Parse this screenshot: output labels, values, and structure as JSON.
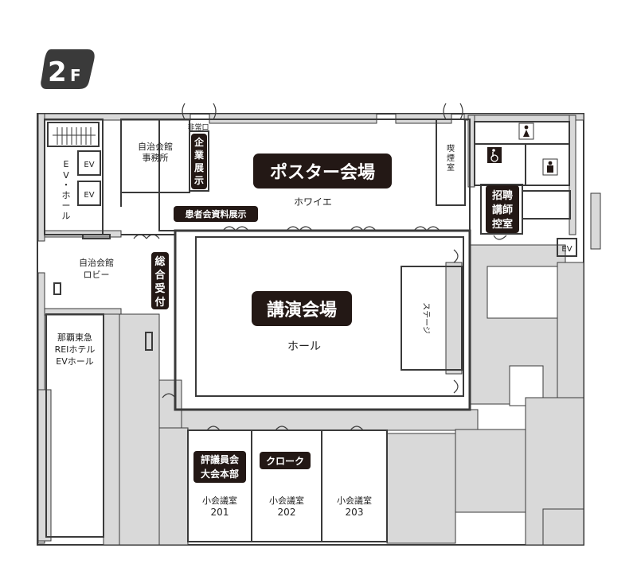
{
  "floor": {
    "number": "2",
    "suffix": "F"
  },
  "rooms": {
    "poster_hall": "ポスター会場",
    "foyer": "ホワイエ",
    "lecture_hall": "講演会場",
    "hall": "ホール",
    "stage": "ステージ",
    "municipal_office_line1": "自治会館",
    "municipal_office_line2": "事務所",
    "municipal_lobby_line1": "自治会館",
    "municipal_lobby_line2": "ロビー",
    "naha_ev_line1": "那覇東急",
    "naha_ev_line2": "REIホテル",
    "naha_ev_line3": "EVホール",
    "ev_hall_vertical": [
      "E",
      "V",
      "・",
      "ホ",
      "ー",
      "ル"
    ],
    "ev": "EV",
    "emergency_exit": "非常口",
    "smoking_room": [
      "喫",
      "煙",
      "室"
    ],
    "small_room_label": "小会議室",
    "small_room_201": "201",
    "small_room_202": "202",
    "small_room_203": "203"
  },
  "tags": {
    "company_exhibit": [
      "企",
      "業",
      "展",
      "示"
    ],
    "patient_exhibit": "患者会資料展示",
    "general_reception": [
      "総",
      "合",
      "受",
      "付"
    ],
    "guest_speaker_line1": "招聘",
    "guest_speaker_line2": "講師",
    "guest_speaker_line3": "控室",
    "council_hq_line1": "評議員会",
    "council_hq_line2": "大会本部",
    "cloakroom": "クローク"
  },
  "icons": [
    "female-restroom-icon",
    "male-restroom-icon",
    "accessible-restroom-icon"
  ],
  "colors": {
    "wall": "#3a3a3a",
    "shade": "#d9d9d9",
    "label_bg": "#231815",
    "label_text": "#ffffff"
  }
}
